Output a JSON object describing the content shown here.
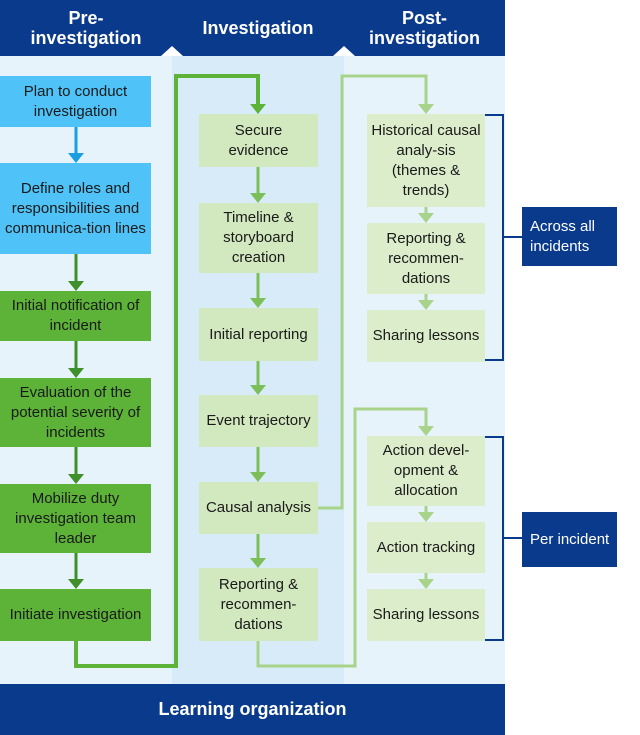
{
  "headers": {
    "pre": "Pre-\ninvestigation",
    "investigation": "Investigation",
    "post": "Post-\ninvestigation"
  },
  "pre_steps": [
    "Plan to conduct investigation",
    "Define roles and responsibilities and communica-tion lines",
    "Initial notification of incident",
    "Evaluation of the potential severity of incidents",
    "Mobilize duty investigation team leader",
    "Initiate investigation"
  ],
  "investigation_steps": [
    "Secure evidence",
    "Timeline & storyboard creation",
    "Initial reporting",
    "Event trajectory",
    "Causal analysis",
    "Reporting & recommen-dations"
  ],
  "post_across_steps": [
    "Historical causal analy-sis (themes & trends)",
    "Reporting & recommen-dations",
    "Sharing lessons"
  ],
  "post_per_steps": [
    "Action devel-opment & allocation",
    "Action tracking",
    "Sharing lessons"
  ],
  "side_labels": {
    "across": "Across all incidents",
    "per": "Per incident"
  },
  "footer": "Learning organization",
  "colors": {
    "navy": "#0a3a8c",
    "blue_step": "#4fc3f7",
    "green_step": "#5cb338",
    "light_green_step": "#d2e8be",
    "arrow_blue": "#1aa0e0",
    "arrow_green": "#3f8f2a",
    "arrow_light": "#a8d38a"
  }
}
